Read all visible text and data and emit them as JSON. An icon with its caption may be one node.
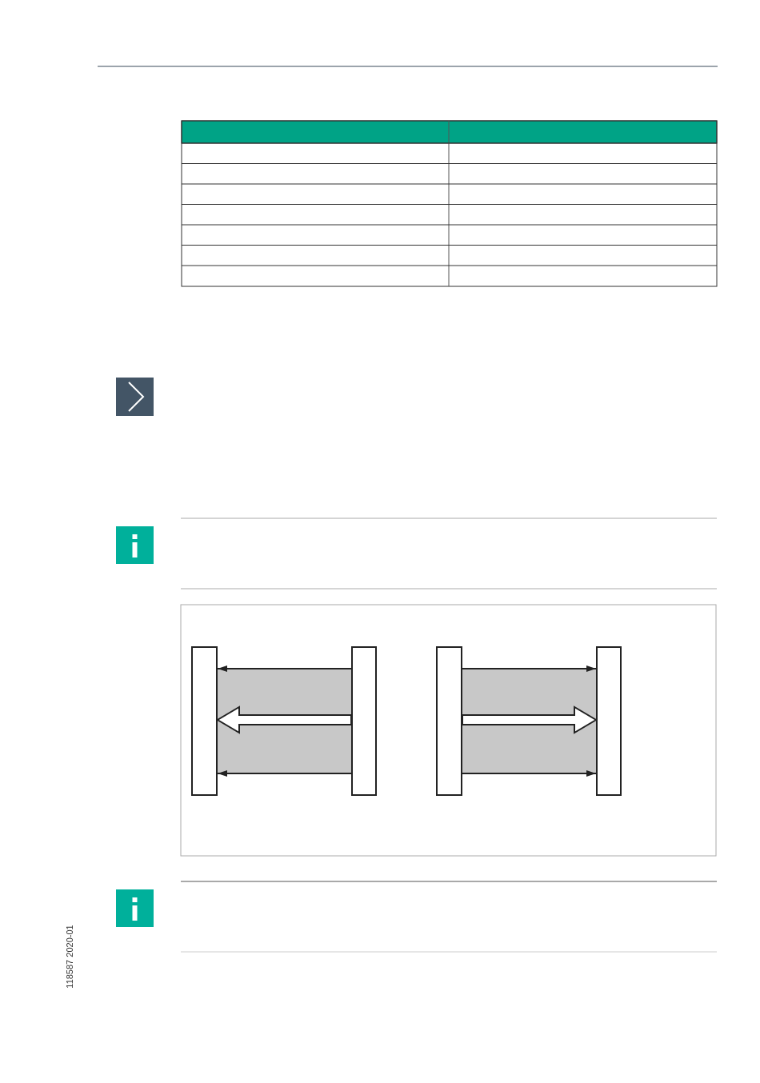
{
  "diagram": {
    "nodes": [
      {
        "text": [],
        "shape": "bar"
      },
      {
        "text": [],
        "shape": "bar"
      },
      {
        "text": [],
        "shape": "bar"
      },
      {
        "text": [],
        "shape": "bar"
      }
    ],
    "edges": [
      {
        "from": 1,
        "to": 0,
        "arrow": "to"
      },
      {
        "from": 1,
        "to": 0,
        "arrow": "to",
        "style": "thick"
      },
      {
        "from": 1,
        "to": 0,
        "arrow": "to"
      },
      {
        "from": 2,
        "to": 3,
        "arrow": "to"
      },
      {
        "from": 2,
        "to": 3,
        "arrow": "to",
        "style": "thick"
      },
      {
        "from": 2,
        "to": 3,
        "arrow": "to"
      }
    ],
    "labels": [
      "118587 2020-01"
    ]
  }
}
